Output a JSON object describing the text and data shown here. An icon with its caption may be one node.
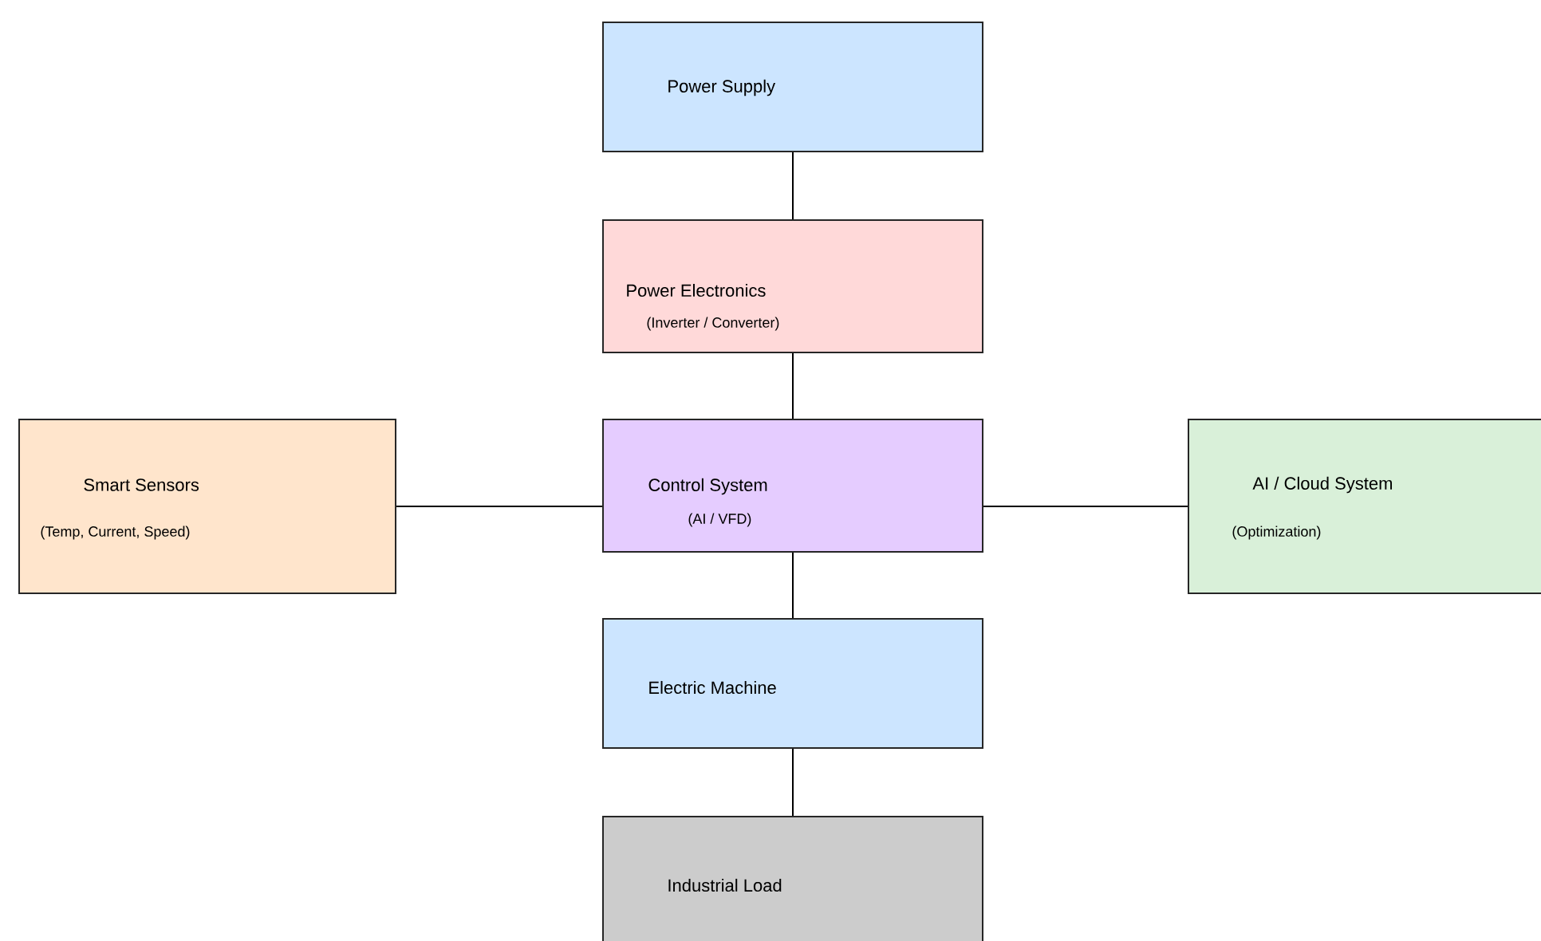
{
  "diagram": {
    "nodes": [
      {
        "text": [
          "Power Supply"
        ]
      },
      {
        "text": [
          "Power Electronics",
          "(Inverter / Converter)"
        ]
      },
      {
        "text": [
          "Smart Sensors",
          "(Temp, Current, Speed)"
        ]
      },
      {
        "text": [
          "Control System",
          "(AI / VFD)"
        ]
      },
      {
        "text": [
          "AI / Cloud System",
          "(Optimization)"
        ]
      },
      {
        "text": [
          "Electric Machine"
        ]
      },
      {
        "text": [
          "Industrial Load"
        ]
      }
    ],
    "edges": [
      {
        "from": 0,
        "to": 1,
        "arrow": "none"
      },
      {
        "from": 1,
        "to": 3,
        "arrow": "none"
      },
      {
        "from": 2,
        "to": 3,
        "arrow": "none"
      },
      {
        "from": 3,
        "to": 4,
        "arrow": "none"
      },
      {
        "from": 3,
        "to": 5,
        "arrow": "none"
      },
      {
        "from": 5,
        "to": 6,
        "arrow": "none"
      }
    ]
  }
}
